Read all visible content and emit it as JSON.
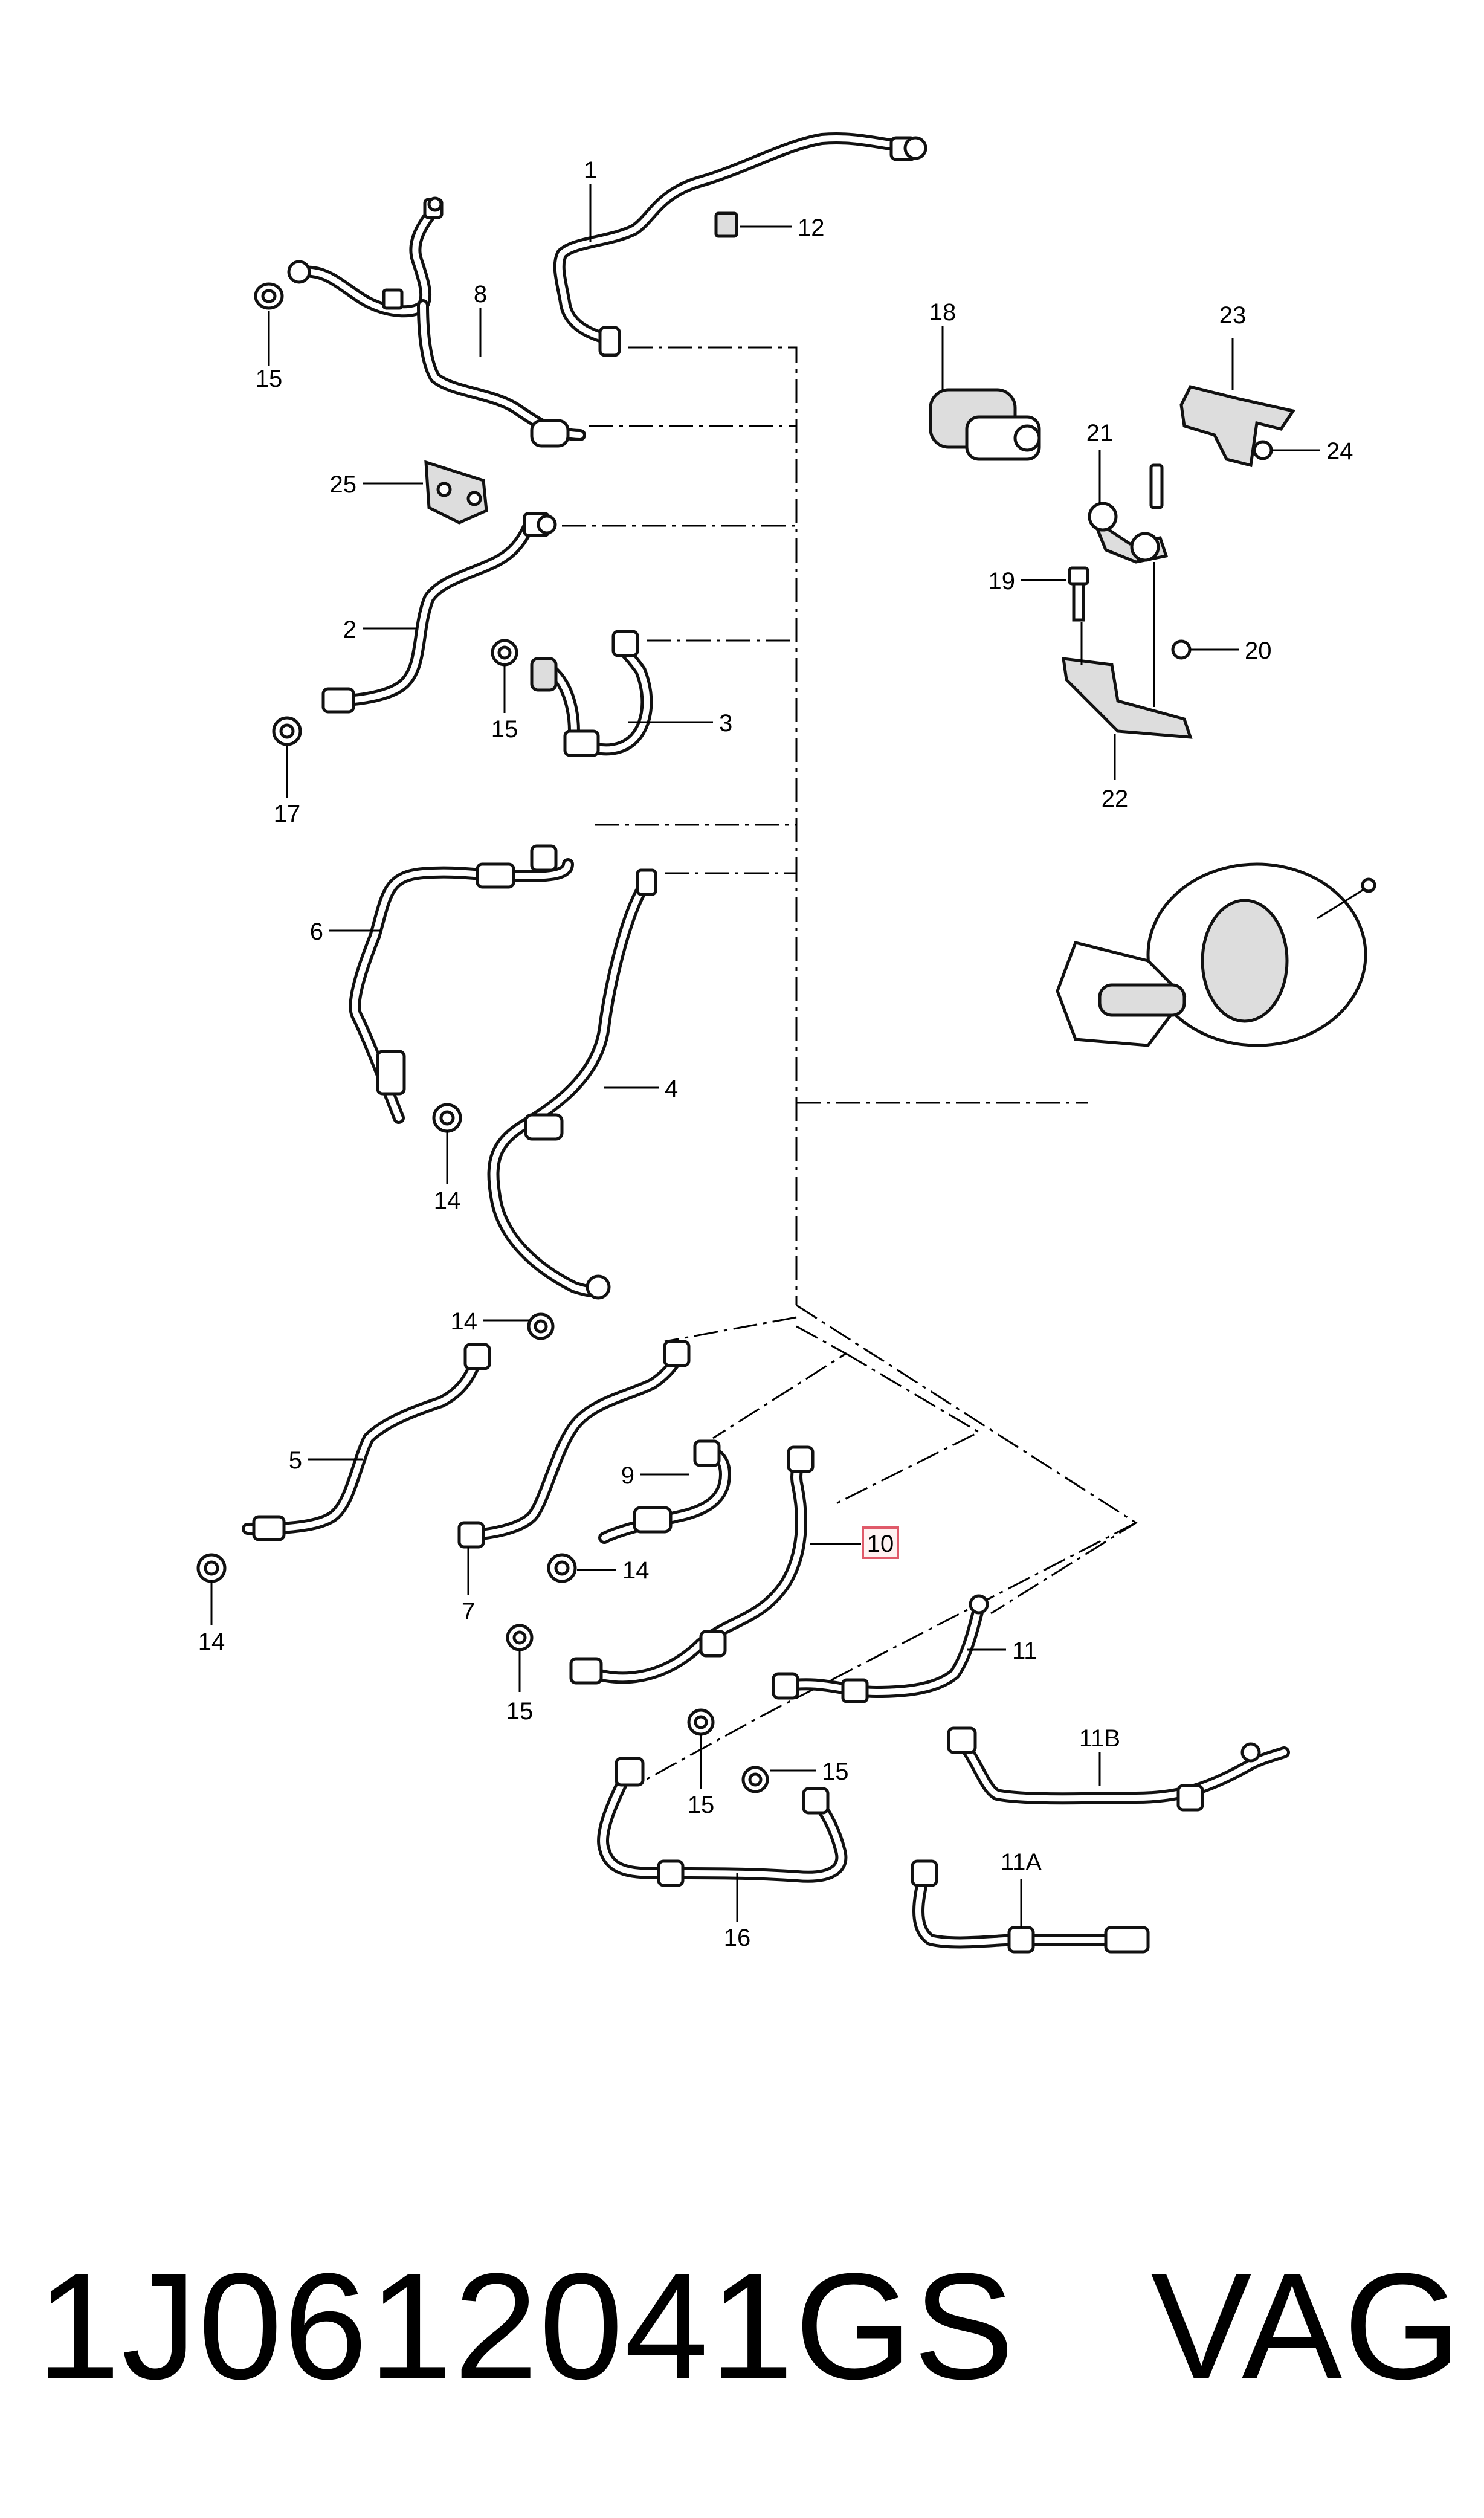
{
  "callouts": {
    "c1": "1",
    "c2": "2",
    "c3": "3",
    "c4": "4",
    "c5": "5",
    "c6": "6",
    "c7": "7",
    "c8": "8",
    "c9": "9",
    "c10": "10",
    "c11": "11",
    "c11a": "11A",
    "c11b": "11B",
    "c12": "12",
    "c14a": "14",
    "c14b": "14",
    "c14c": "14",
    "c14d": "14",
    "c15a": "15",
    "c15b": "15",
    "c15c": "15",
    "c15d": "15",
    "c15e": "15",
    "c16": "16",
    "c17": "17",
    "c18": "18",
    "c19": "19",
    "c20": "20",
    "c21": "21",
    "c22": "22",
    "c23": "23",
    "c24": "24",
    "c25": "25"
  },
  "highlighted_callout": "10",
  "highlight_color": "#e05a6a",
  "footer": {
    "part_number": "1J0612041GS",
    "brand": "VAG"
  }
}
